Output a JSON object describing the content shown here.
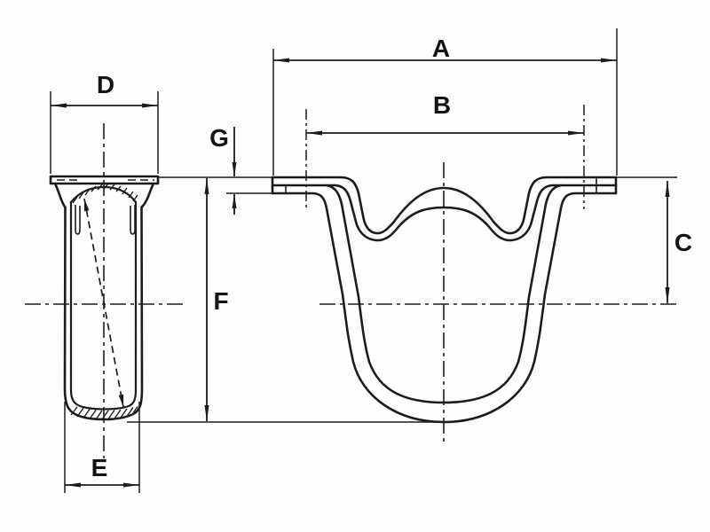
{
  "drawing": {
    "kind": "technical-dimension-drawing",
    "labels": {
      "A": "A",
      "B": "B",
      "C": "C",
      "D": "D",
      "E": "E",
      "F": "F",
      "G": "G"
    },
    "views": {
      "left_section_view_dimensions": [
        "D",
        "E",
        "F"
      ],
      "front_view_dimensions": [
        "A",
        "B",
        "C",
        "G"
      ]
    },
    "colors": {
      "line": "#1c1c1c",
      "label": "#141414",
      "background": "#fdfdfd"
    }
  }
}
